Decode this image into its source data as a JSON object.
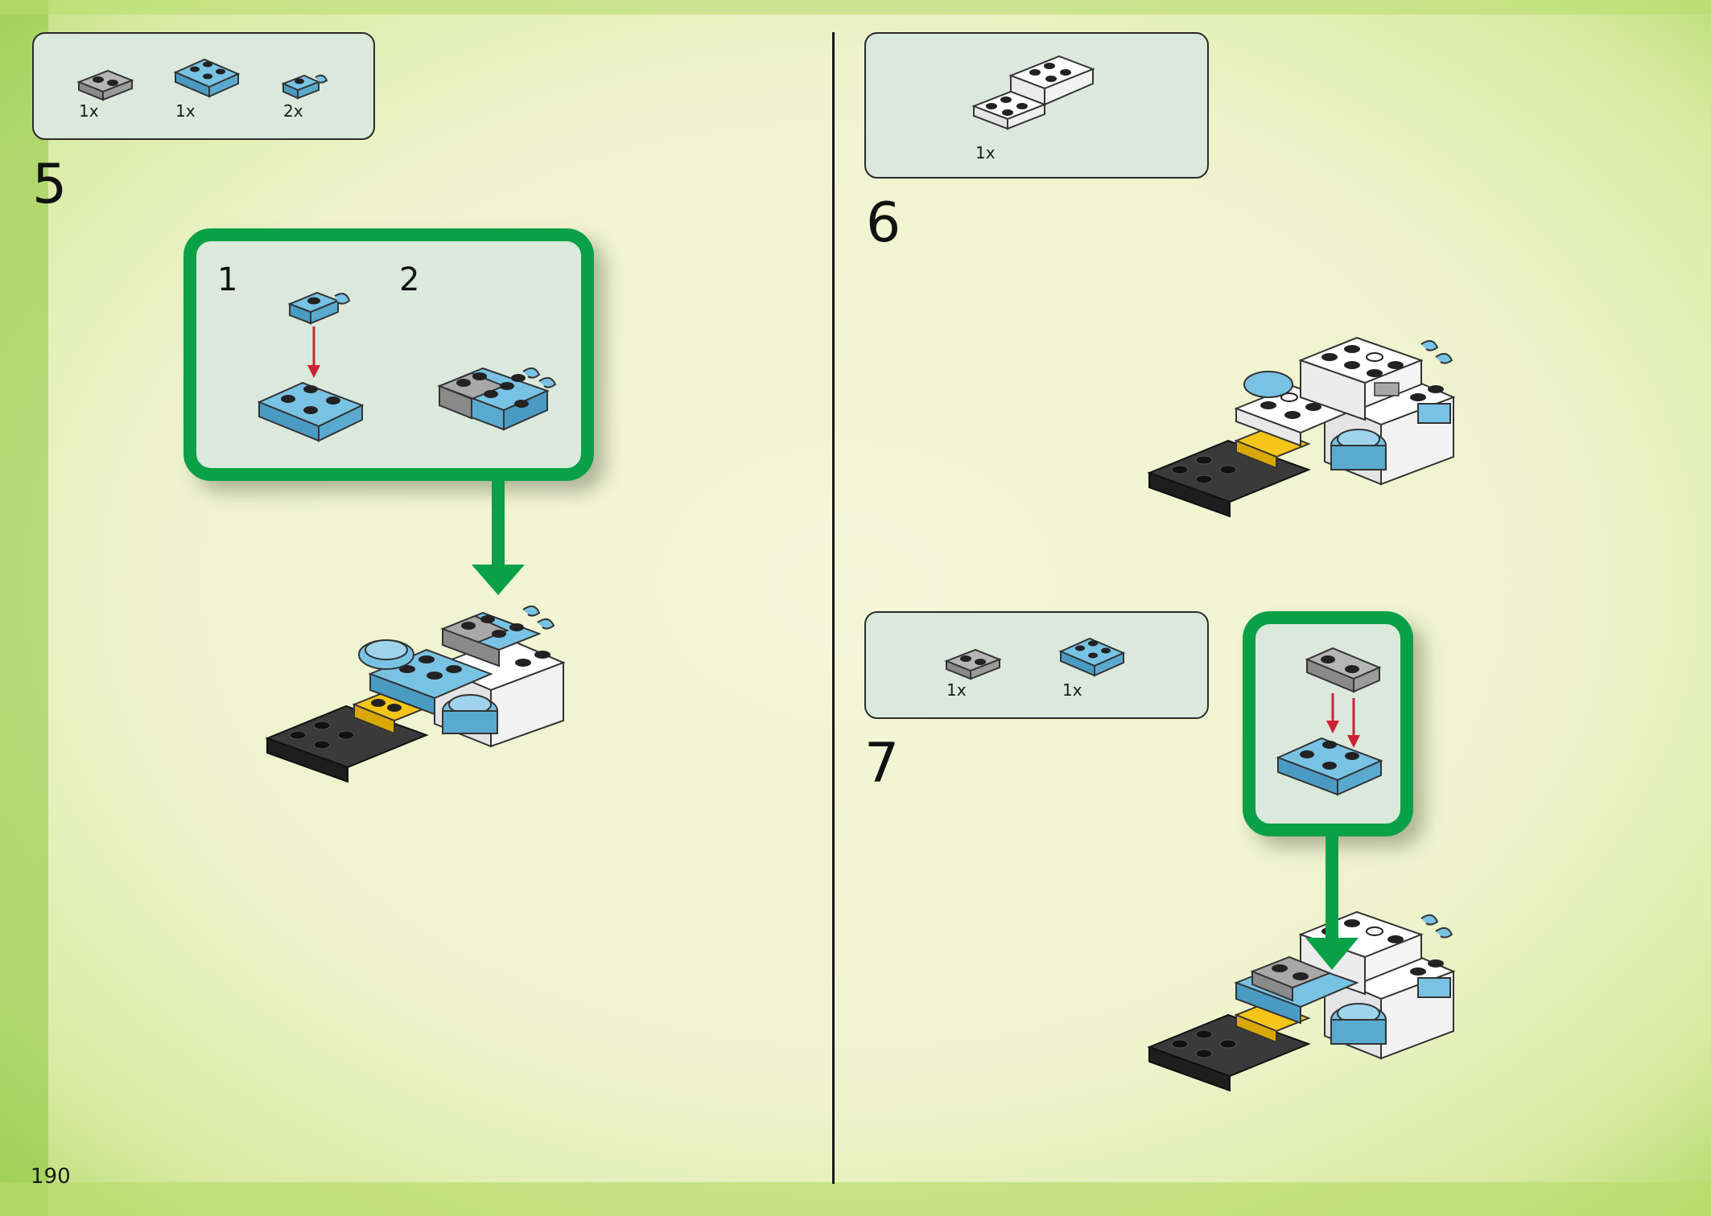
{
  "page": {
    "number": "190"
  },
  "colors": {
    "green": "#0aa046",
    "azure": "#6bb8db",
    "gray": "#9a9a9a",
    "black": "#2a2a2a",
    "yellow": "#f5c518",
    "white": "#ffffff",
    "red": "#cc2233"
  },
  "steps": {
    "s5": {
      "number": "5",
      "parts": [
        {
          "icon": "gray-plate-1x2-icon",
          "qty": "1x"
        },
        {
          "icon": "azure-plate-2x2-icon",
          "qty": "1x"
        },
        {
          "icon": "azure-clip-plate-icon",
          "qty": "2x"
        }
      ],
      "sub": [
        "1",
        "2"
      ]
    },
    "s6": {
      "number": "6",
      "parts": [
        {
          "icon": "white-bracket-icon",
          "qty": "1x"
        }
      ]
    },
    "s7": {
      "number": "7",
      "parts": [
        {
          "icon": "gray-plate-1x2-icon",
          "qty": "1x"
        },
        {
          "icon": "azure-plate-2x2-icon",
          "qty": "1x"
        }
      ]
    }
  }
}
